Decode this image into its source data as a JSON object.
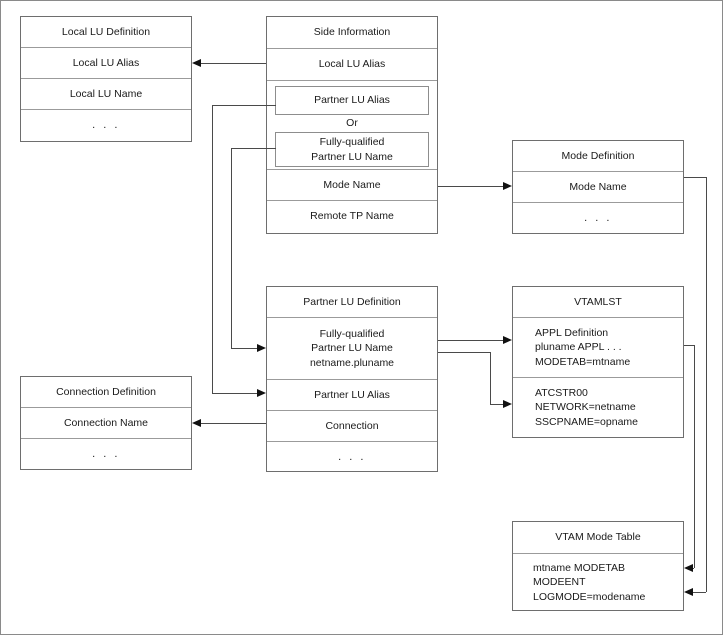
{
  "diagram": {
    "title": "APPC side information and VTAM definition relationships",
    "background": "#ffffff",
    "line_color": "#4a4a4a",
    "box_border_color": "#6e6e6e",
    "text_color": "#1a1a1a",
    "ellipsis": ". . ."
  },
  "boxes": {
    "local_lu_definition": {
      "header": "Local LU Definition",
      "rows": [
        "Local LU Alias",
        "Local LU Name",
        ". . ."
      ]
    },
    "side_information": {
      "header": "Side Information",
      "rows": [
        "Local LU Alias",
        "Mode Name",
        "Remote TP Name"
      ],
      "inner": {
        "partner_lu_alias": "Partner LU Alias",
        "or": "Or",
        "fully_qualified_partner_lu_name": "Fully-qualified\nPartner LU Name"
      }
    },
    "mode_definition": {
      "header": "Mode Definition",
      "rows": [
        "Mode Name",
        ". . ."
      ]
    },
    "partner_lu_definition": {
      "header": "Partner LU Definition",
      "rows": [
        "Fully-qualified\nPartner LU Name\nnetname.pluname",
        "Partner LU Alias",
        "Connection",
        ". . ."
      ]
    },
    "vtamlst": {
      "header": "VTAMLST",
      "rows": [
        "APPL Definition\n   pluname APPL . . .\n      MODETAB=mtname",
        "ATCSTR00\n   NETWORK=netname\n   SSCPNAME=opname"
      ]
    },
    "connection_definition": {
      "header": "Connection Definition",
      "rows": [
        "Connection Name",
        ". . ."
      ]
    },
    "vtam_mode_table": {
      "header": "VTAM Mode Table",
      "rows": [
        "mtname MODETAB\n  MODEENT\n     LOGMODE=modename"
      ]
    }
  },
  "connectors": [
    {
      "name": "side-local-lu-alias-to-local-lu-definition",
      "from": "side_information.local_lu_alias",
      "to": "local_lu_definition.local_lu_alias",
      "direction": "left"
    },
    {
      "name": "side-partner-lu-alias-to-partner-lu-definition-alias",
      "from": "side_information.partner_lu_alias",
      "to": "partner_lu_definition.partner_lu_alias",
      "direction": "right"
    },
    {
      "name": "side-fq-partner-lu-name-to-partner-lu-definition-fq",
      "from": "side_information.fully_qualified_partner_lu_name",
      "to": "partner_lu_definition.fully_qualified_partner_lu_name",
      "direction": "right"
    },
    {
      "name": "side-mode-name-to-mode-definition-mode-name",
      "from": "side_information.mode_name",
      "to": "mode_definition.mode_name",
      "direction": "right"
    },
    {
      "name": "partner-fq-name-to-vtamlst-appl",
      "from": "partner_lu_definition.fully_qualified_partner_lu_name",
      "to": "vtamlst.appl_definition",
      "direction": "right"
    },
    {
      "name": "partner-fq-name-to-vtamlst-atcstr00",
      "from": "partner_lu_definition.fully_qualified_partner_lu_name",
      "to": "vtamlst.atcstr00",
      "direction": "right"
    },
    {
      "name": "partner-connection-to-connection-definition",
      "from": "partner_lu_definition.connection",
      "to": "connection_definition.connection_name",
      "direction": "left"
    },
    {
      "name": "vtamlst-appl-to-vtam-mode-table",
      "from": "vtamlst.appl_definition",
      "to": "vtam_mode_table.modetab",
      "direction": "left"
    },
    {
      "name": "mode-definition-to-vtam-mode-table-logmode",
      "from": "mode_definition.mode_name",
      "to": "vtam_mode_table.logmode",
      "direction": "left"
    }
  ]
}
